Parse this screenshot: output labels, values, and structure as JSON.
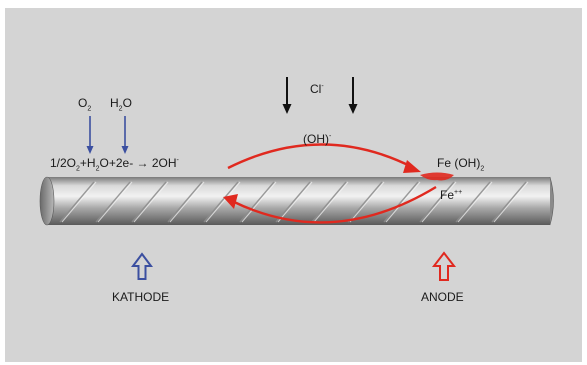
{
  "reactants": {
    "o2": {
      "main": "O",
      "sub": "2"
    },
    "h2o": {
      "h": "H",
      "sub": "2",
      "o": "O"
    }
  },
  "chloride": {
    "main": "Cl",
    "sup": "-"
  },
  "hydroxide": {
    "main": "(OH)",
    "sup": "-"
  },
  "cathode_reaction": {
    "p1": "1/2O",
    "s1": "2",
    "p2": "+H",
    "s2": "2",
    "p3": "O+2e- → 2OH",
    "sup": "-"
  },
  "anode_products": {
    "feoh": {
      "main": "Fe (OH)",
      "sub": "2"
    },
    "fe": {
      "main": "Fe",
      "sup": "++"
    }
  },
  "labels": {
    "kathode": "KATHODE",
    "anode": "ANODE"
  },
  "colors": {
    "background": "#d4d4d4",
    "cathode_arrow": "#3b4fa0",
    "anode_arrow": "#e0291f",
    "chloride_arrow": "#111111"
  },
  "icons": {
    "cathode": "hollow-up-arrow-icon",
    "anode": "hollow-up-arrow-icon"
  }
}
